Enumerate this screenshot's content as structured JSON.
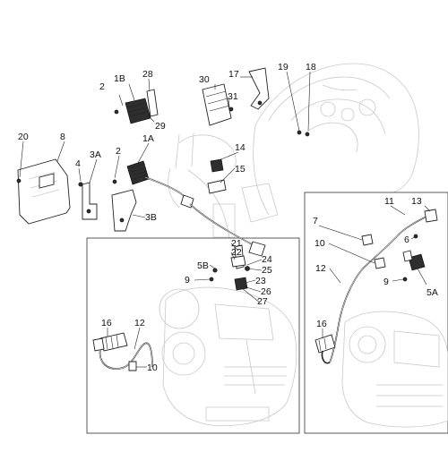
{
  "callouts": {
    "c1a": "1A",
    "c1b": "1B",
    "c2a": "2",
    "c2b": "2",
    "c3a": "3A",
    "c3b": "3B",
    "c4": "4",
    "c5a": "5A",
    "c5b": "5B",
    "c6": "6",
    "c7": "7",
    "c8": "8",
    "c9a": "9",
    "c9b": "9",
    "c10a": "10",
    "c10b": "10",
    "c11": "11",
    "c12a": "12",
    "c12b": "12",
    "c13": "13",
    "c14": "14",
    "c15": "15",
    "c16a": "16",
    "c16b": "16",
    "c17": "17",
    "c18": "18",
    "c19": "19",
    "c20": "20",
    "c21": "21",
    "c22": "22",
    "c23": "23",
    "c24": "24",
    "c25": "25",
    "c26": "26",
    "c27": "27",
    "c28": "28",
    "c29": "29",
    "c30": "30",
    "c31": "31"
  }
}
